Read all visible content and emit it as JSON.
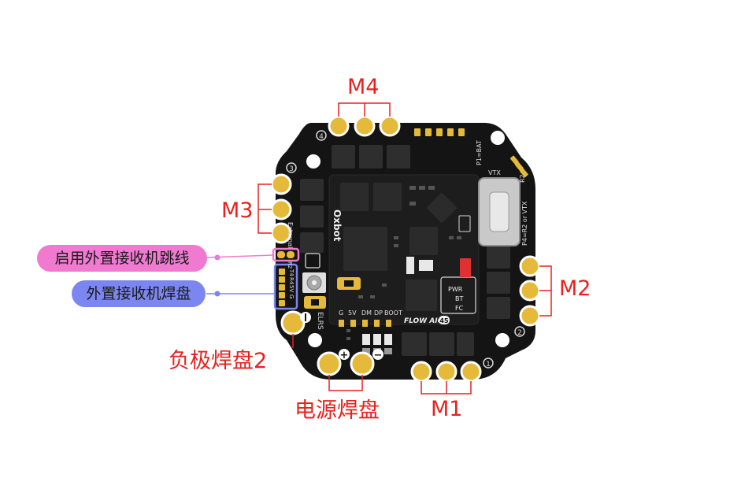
{
  "labels": {
    "m4": "M4",
    "m3": "M3",
    "m2": "M2",
    "m1": "M1",
    "jumper": "启用外置接收机跳线",
    "receiver_pads": "外置接收机焊盘",
    "negative_pad2": "负极焊盘2",
    "power_pads": "电源焊盘"
  },
  "board": {
    "brand": "Oxbot",
    "model": "FLOW AIO",
    "model_num": "45",
    "external_label": "External",
    "elrs_label": "ELRS",
    "pad_row": [
      "G",
      "5V",
      "DM",
      "DP",
      "BOOT"
    ],
    "side_pads": [
      "R2",
      "T4",
      "R4",
      "5V",
      "G"
    ],
    "status": [
      "PWR",
      "BT",
      "FC"
    ],
    "vtx": "VTX",
    "r2": "R2",
    "p1": "P1=BAT",
    "p4": "P4=R2 or VTX",
    "motor_nums": [
      "1",
      "2",
      "3",
      "4"
    ],
    "plus": "+",
    "minus": "−"
  },
  "colors": {
    "board": "#141414",
    "annotation_red": "#e8211f",
    "pink": "#f07ad0",
    "blue": "#7b86f0",
    "gold": "#e5b93a",
    "led_red": "#e03030"
  }
}
